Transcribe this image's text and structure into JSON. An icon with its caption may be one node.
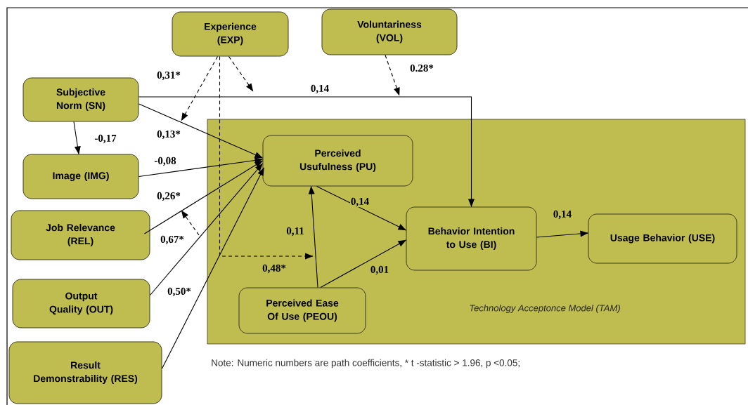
{
  "diagram": {
    "nodes": [
      {
        "text": [
          "Experience (EXP)"
        ]
      },
      {
        "text": [
          "Voluntariness (VOL)"
        ]
      },
      {
        "text": [
          "Subjective Norm (SN)"
        ]
      },
      {
        "text": [
          "Image (IMG)"
        ]
      },
      {
        "text": [
          "Job Relevance (REL)"
        ]
      },
      {
        "text": [
          "Output Quality (OUT)"
        ]
      },
      {
        "text": [
          "Result Demonstrability (RES)"
        ]
      },
      {
        "text": [
          "Technology Acceptonce Model (TAM)"
        ]
      },
      {
        "text": [
          "Perceived Usufulness (PU)"
        ],
        "in": 7
      },
      {
        "text": [
          "Perceived Ease Of Use (PEOU)"
        ],
        "in": 7
      },
      {
        "text": [
          "Behavior Intention to Use (BI)"
        ],
        "in": 7
      },
      {
        "text": [
          "Usage Behavior (USE)"
        ],
        "in": 7
      }
    ],
    "edges": [
      {
        "from": 2,
        "to": 8,
        "arrow": "to",
        "label": "0,13*"
      },
      {
        "from": 3,
        "to": 8,
        "arrow": "to",
        "label": "-0,08"
      },
      {
        "from": 4,
        "to": 8,
        "arrow": "to",
        "label": "0,26*"
      },
      {
        "from": 5,
        "to": 8,
        "arrow": "to",
        "label": "0,67*"
      },
      {
        "from": 6,
        "to": 8,
        "arrow": "to",
        "label": "0,50*"
      },
      {
        "from": 2,
        "to": 3,
        "arrow": "to",
        "label": "-0,17"
      },
      {
        "from": 2,
        "to": 10,
        "arrow": "to",
        "label": "0,14"
      },
      {
        "from": 8,
        "to": 10,
        "arrow": "to",
        "label": "0,14"
      },
      {
        "from": 9,
        "to": 8,
        "arrow": "to",
        "label": "0,11"
      },
      {
        "from": 9,
        "to": 10,
        "arrow": "to",
        "label": "0,01"
      },
      {
        "from": 10,
        "to": 11,
        "arrow": "to",
        "label": "0,14"
      },
      {
        "from": 0,
        "to": null,
        "arrow": "to",
        "style": "dashed",
        "label": "0,31*"
      },
      {
        "from": 0,
        "to": null,
        "arrow": "to",
        "style": "dashed"
      },
      {
        "from": 0,
        "to": null,
        "arrow": "to",
        "style": "dashed",
        "label": "0,48*"
      },
      {
        "from": 1,
        "to": null,
        "arrow": "to",
        "style": "dashed",
        "label": "0.28*"
      }
    ],
    "labels": [
      "Note: Numeric numbers are path coefficients, * t -statistic > 1.96, p <0.05;"
    ]
  }
}
